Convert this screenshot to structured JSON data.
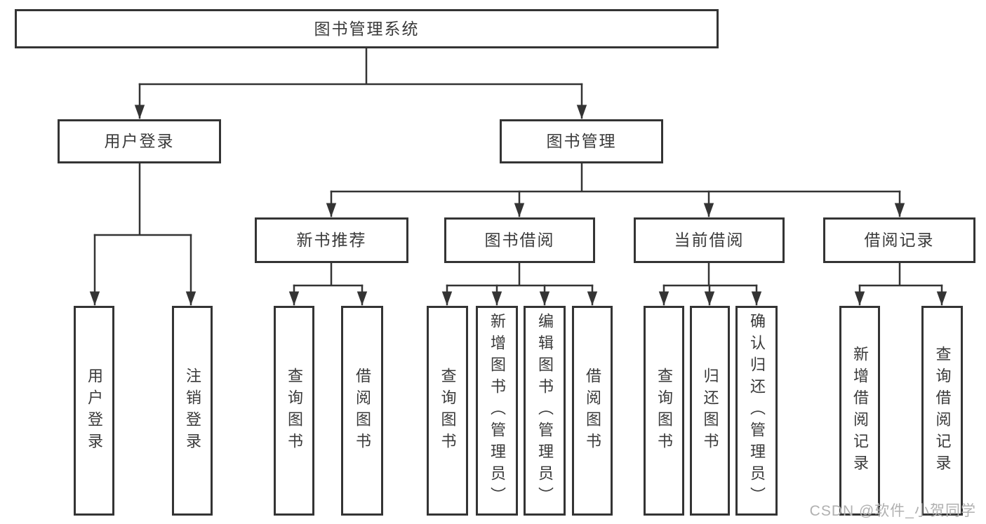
{
  "page": {
    "background_color": "#ffffff",
    "line_color": "#343434",
    "text_color": "#3a3a3a",
    "watermark_color": "#b0b0b0"
  },
  "diagram": {
    "root": {
      "label": "图书管理系统"
    },
    "level2": [
      {
        "label": "用户登录"
      },
      {
        "label": "图书管理"
      }
    ],
    "level3": [
      {
        "label": "新书推荐"
      },
      {
        "label": "图书借阅"
      },
      {
        "label": "当前借阅"
      },
      {
        "label": "借阅记录"
      }
    ],
    "leaves": {
      "login": [
        "用户登录",
        "注销登录"
      ],
      "new_books": [
        "查询图书",
        "借阅图书"
      ],
      "book_borrow": [
        "查询图书",
        "新增图书（管理员）",
        "编辑图书（管理员）",
        "借阅图书"
      ],
      "current_borrow": [
        "查询图书",
        "归还图书",
        "确认归还（管理员）"
      ],
      "borrow_records": [
        "新增借阅记录",
        "查询借阅记录"
      ]
    }
  },
  "watermark": {
    "text": "CSDN @软件_小贺同学"
  }
}
